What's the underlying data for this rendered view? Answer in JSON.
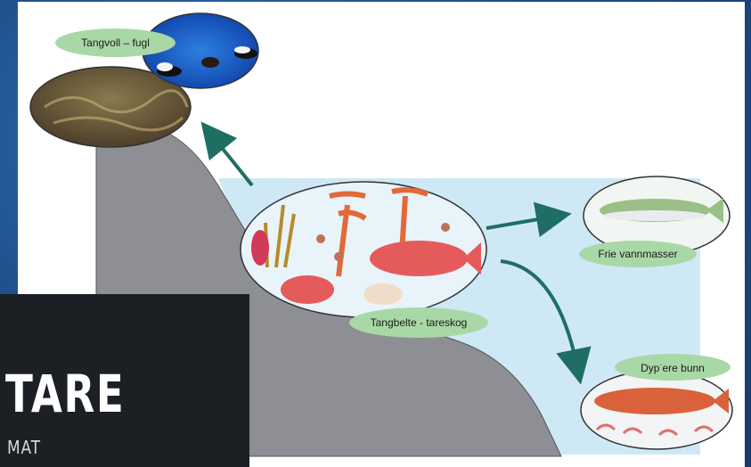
{
  "labels": {
    "fugl": "Tangvoll – fugl",
    "frie": "Frie vannmasser",
    "tang": "Tangbelte - tareskog",
    "dyp": "Dyp",
    "dyp_marker": "·",
    "dyp_rest": "ere bunn"
  },
  "brand": {
    "title": "TARE",
    "subtitle": "MAT"
  },
  "colors": {
    "water": "#cfe8f6",
    "rock": "#8e8f94",
    "label_bg": "#a9d8a7",
    "arrow": "#1f6e63",
    "brand_bg": "#1c1f24"
  }
}
